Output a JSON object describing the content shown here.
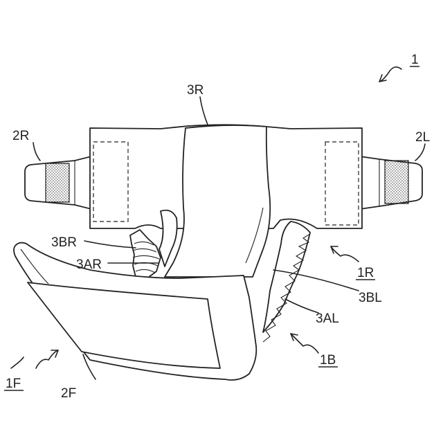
{
  "labels": {
    "overall": "1",
    "front_region": "1F",
    "rear_region": "1R",
    "back_region": "1B",
    "left_tape": "2L",
    "right_tape": "2R",
    "front_target": "2F",
    "rear_gather": "3R",
    "right_leg_gather_inner": "3BR",
    "right_leg_gather_outer": "3AR",
    "left_leg_gather_inner": "3BL",
    "left_leg_gather_outer": "3AL"
  }
}
